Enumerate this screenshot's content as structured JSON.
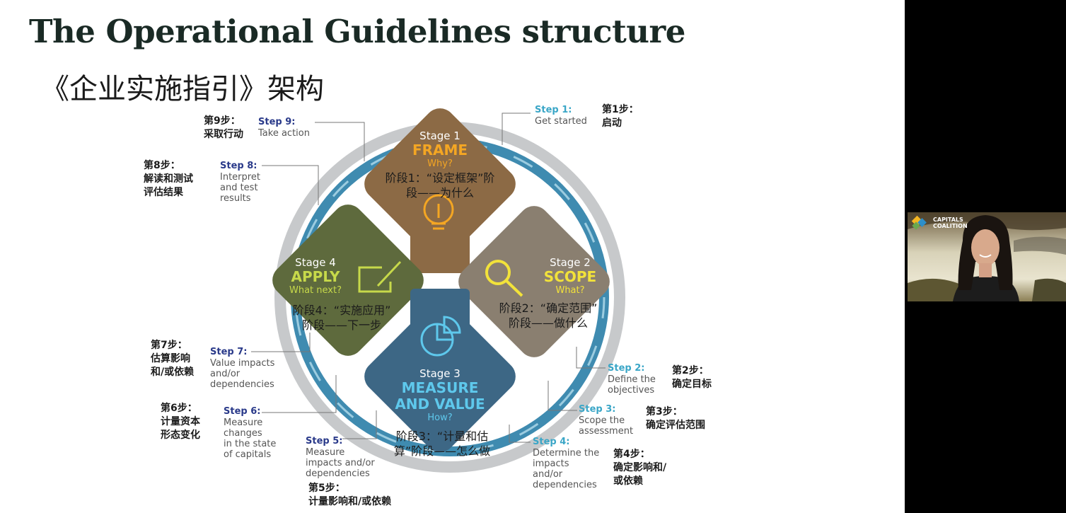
{
  "slide": {
    "title": "The Operational Guidelines structure",
    "subtitle": "《企业实施指引》架构"
  },
  "stages": [
    {
      "num": "Stage 1",
      "name": "FRAME",
      "question": "Why?",
      "zh_line1": "阶段1：“设定框架”阶",
      "zh_line2": "段——为什么",
      "color": "#8c6a45",
      "accent": "#f4a623"
    },
    {
      "num": "Stage 2",
      "name": "SCOPE",
      "question": "What?",
      "zh_line1": "阶段2：“确定范围”",
      "zh_line2": "阶段——做什么",
      "color": "#8a7f70",
      "accent": "#f2e23a"
    },
    {
      "num": "Stage 3",
      "name": "MEASURE AND VALUE",
      "name_line1": "MEASURE",
      "name_line2": "AND VALUE",
      "question": "How?",
      "zh_line1": "阶段3：“计量和估",
      "zh_line2": "算”阶段——怎么做",
      "color": "#3d6785",
      "accent": "#5ec8ec"
    },
    {
      "num": "Stage 4",
      "name": "APPLY",
      "question": "What next?",
      "zh_line1": "阶段4：“实施应用”",
      "zh_line2": "阶段——下一步",
      "color": "#5e6a3d",
      "accent": "#c7d94a"
    }
  ],
  "steps": {
    "s1": {
      "head": "Step 1:",
      "desc": [
        "Get started"
      ],
      "zh": [
        "第1步：",
        "启动"
      ]
    },
    "s2": {
      "head": "Step 2:",
      "desc": [
        "Define the",
        "objectives"
      ],
      "zh": [
        "第2步：",
        "确定目标"
      ]
    },
    "s3": {
      "head": "Step 3:",
      "desc": [
        "Scope the",
        "assessment"
      ],
      "zh": [
        "第3步：",
        "确定评估范围"
      ]
    },
    "s4": {
      "head": "Step 4:",
      "desc": [
        "Determine the",
        "impacts",
        "and/or",
        "dependencies"
      ],
      "zh": [
        "第4步：",
        "确定影响和/",
        "或依赖"
      ]
    },
    "s5": {
      "head": "Step 5:",
      "desc": [
        "Measure",
        "impacts and/or",
        "dependencies"
      ],
      "zh": [
        "第5步：",
        "计量影响和/或依赖"
      ]
    },
    "s6": {
      "head": "Step 6:",
      "desc": [
        "Measure",
        "changes",
        "in the state",
        "of capitals"
      ],
      "zh": [
        "第6步：",
        "计量资本",
        "形态变化"
      ]
    },
    "s7": {
      "head": "Step 7:",
      "desc": [
        "Value impacts",
        "and/or",
        "dependencies"
      ],
      "zh": [
        "第7步：",
        "估算影响",
        "和/或依赖"
      ]
    },
    "s8": {
      "head": "Step 8:",
      "desc": [
        "Interpret",
        "and test",
        "results"
      ],
      "zh": [
        "第8步：",
        "解读和测试",
        "评估结果"
      ]
    },
    "s9": {
      "head": "Step 9:",
      "desc": [
        "Take action"
      ],
      "zh": [
        "第9步：",
        "采取行动"
      ]
    }
  },
  "webcam": {
    "logo_line1": "CAPITALS",
    "logo_line2": "COALITION"
  },
  "icons": [
    "lightbulb-icon",
    "magnifier-icon",
    "pie-chart-icon",
    "edit-note-icon"
  ]
}
